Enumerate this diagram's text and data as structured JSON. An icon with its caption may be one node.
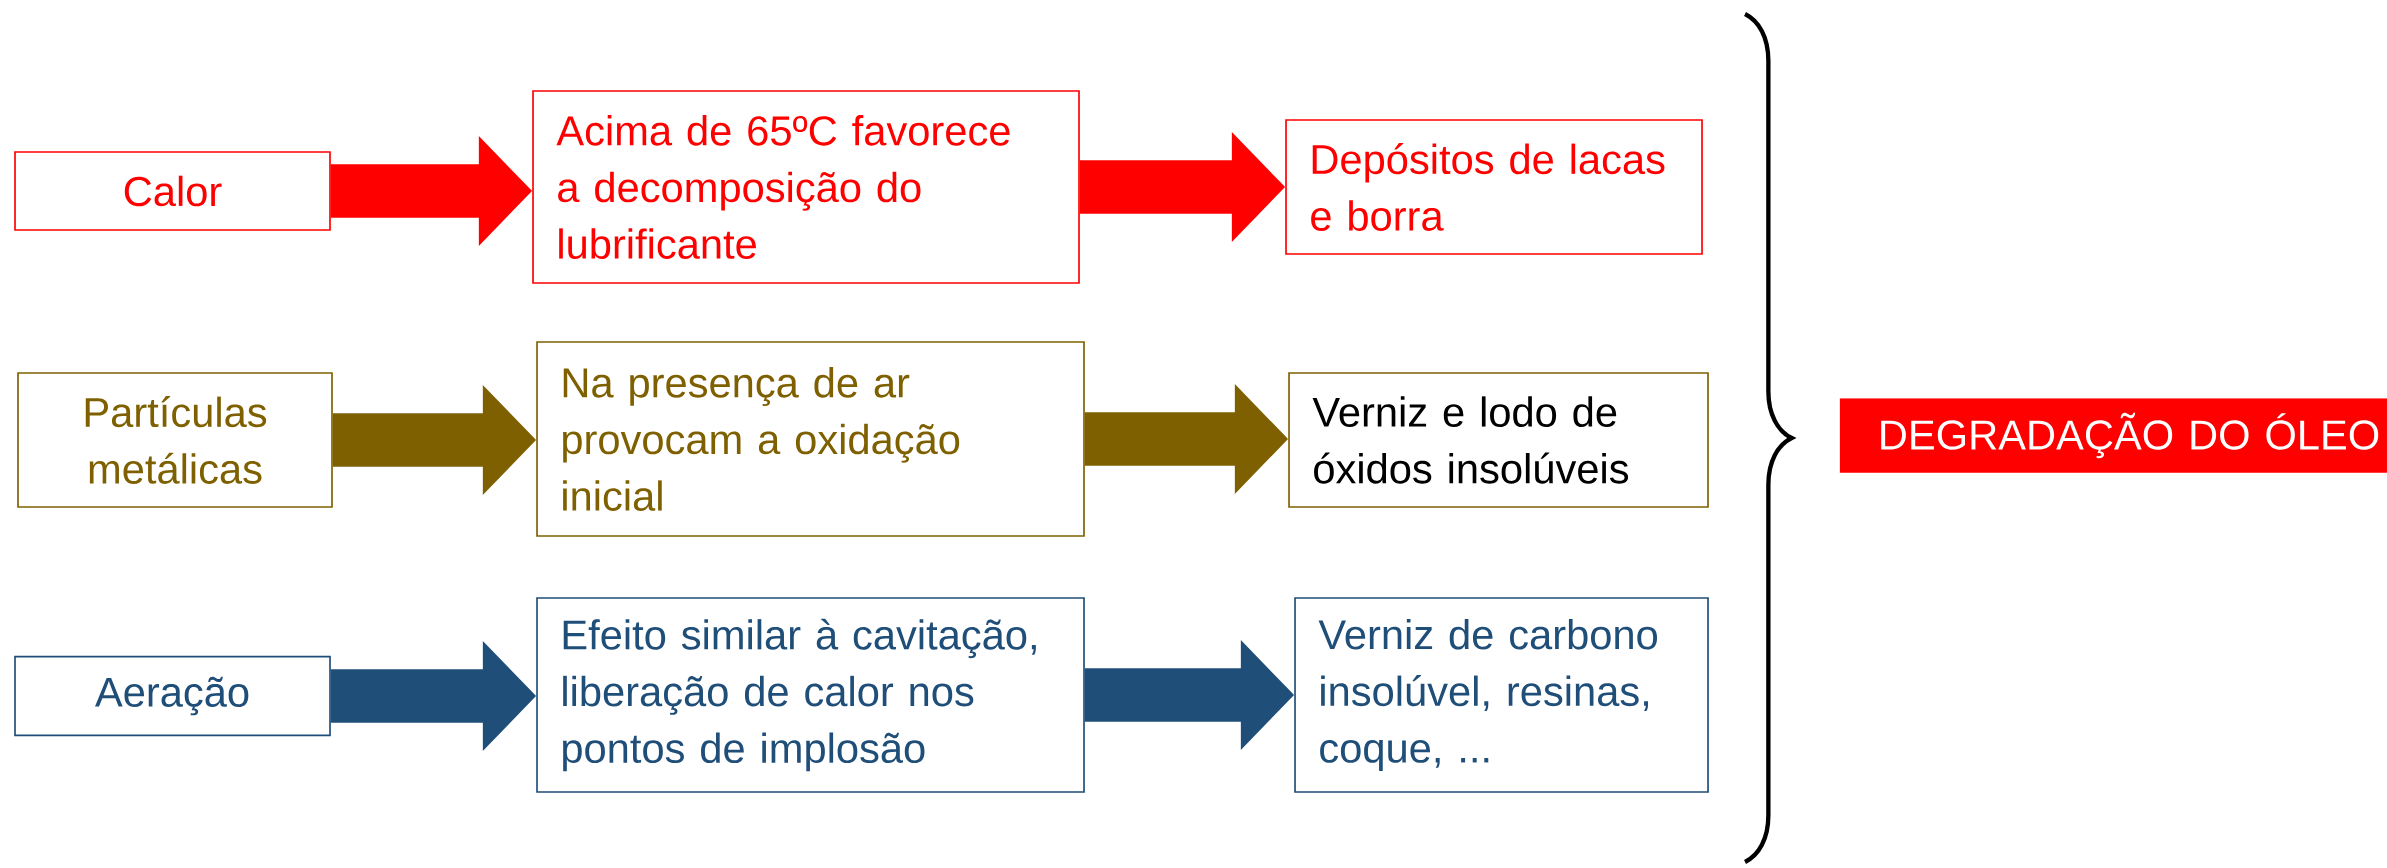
{
  "diagram": {
    "nodes": [
      {
        "text": [
          "Calor"
        ]
      },
      {
        "text": [
          "Acima de 65ºC favorece a decomposição do lubrificante"
        ]
      },
      {
        "text": [
          "Depósitos de lacas e borra"
        ]
      },
      {
        "text": [
          "Partículas metálicas"
        ]
      },
      {
        "text": [
          "Na presença de ar provocam a oxidação inicial"
        ]
      },
      {
        "text": [
          "Verniz e lodo de óxidos insolúveis"
        ]
      },
      {
        "text": [
          "Aeração"
        ]
      },
      {
        "text": [
          "Efeito similar à cavitação, liberação de calor nos pontos de implosão"
        ]
      },
      {
        "text": [
          "Verniz de carbono insolúvel, resinas, coque, ..."
        ]
      },
      {
        "text": [
          "DEGRADAÇÃO DO ÓLEO"
        ]
      }
    ],
    "edges": [
      {
        "from": 0,
        "to": 1,
        "arrow": "to",
        "color": "#ff0000"
      },
      {
        "from": 1,
        "to": 2,
        "arrow": "to",
        "color": "#ff0000"
      },
      {
        "from": 3,
        "to": 4,
        "arrow": "to",
        "color": "#7f6000"
      },
      {
        "from": 4,
        "to": 5,
        "arrow": "to",
        "color": "#7f6000"
      },
      {
        "from": 6,
        "to": 7,
        "arrow": "to",
        "color": "#1f4e79"
      },
      {
        "from": 7,
        "to": 8,
        "arrow": "to",
        "color": "#1f4e79"
      }
    ]
  }
}
